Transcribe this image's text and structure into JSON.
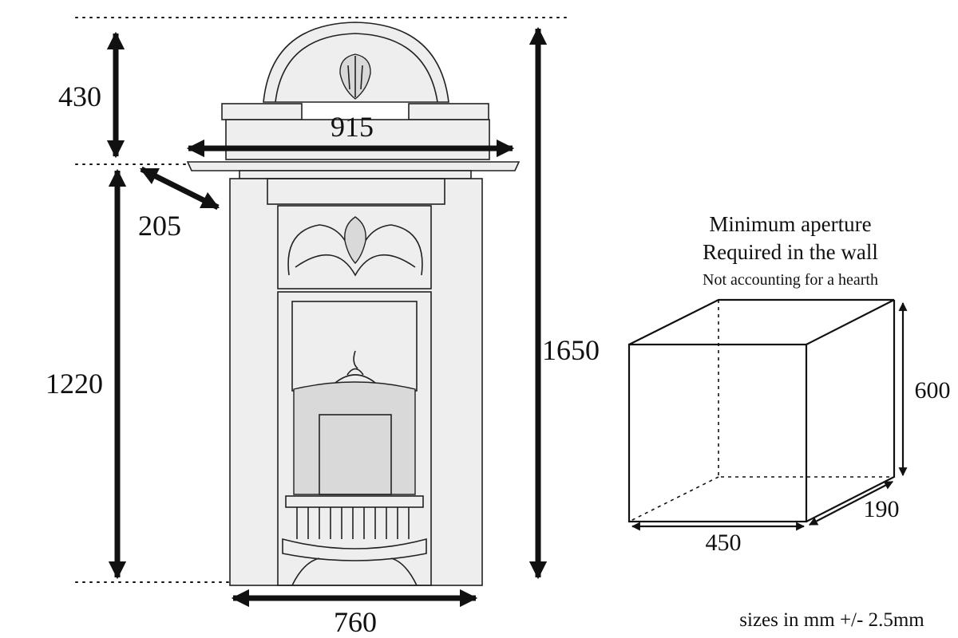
{
  "dimensions": {
    "top_crest_height": "430",
    "mantel_width": "915",
    "mantel_depth": "205",
    "lower_height": "1220",
    "total_height": "1650",
    "base_width": "760"
  },
  "aperture": {
    "title_line1": "Minimum aperture",
    "title_line2": "Required in the wall",
    "subtitle": "Not accounting for a hearth",
    "height": "600",
    "width": "450",
    "depth": "190"
  },
  "note": "sizes in mm +/- 2.5mm"
}
